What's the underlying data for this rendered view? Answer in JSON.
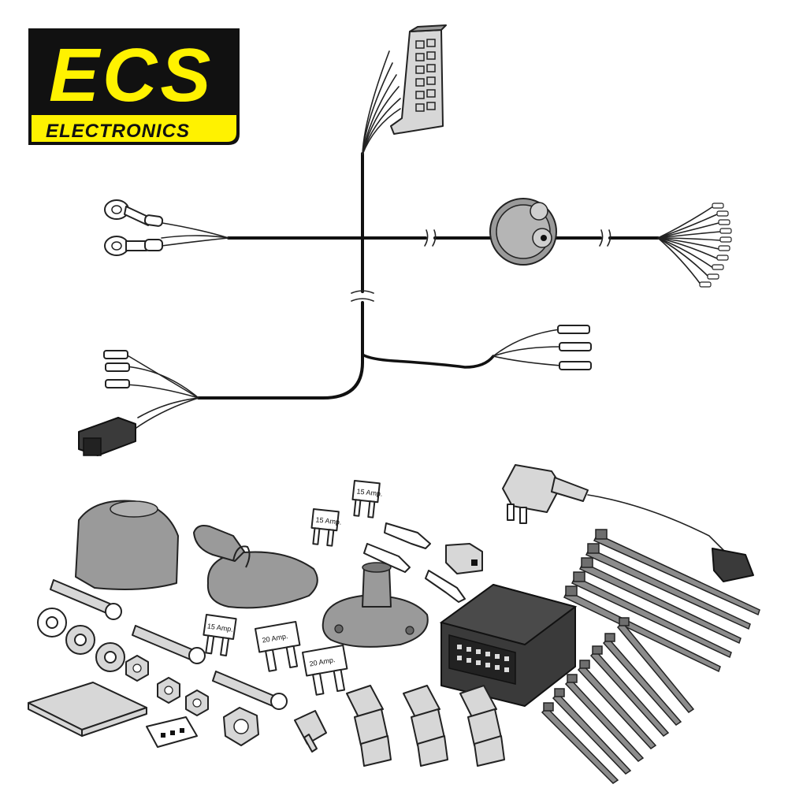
{
  "brand": {
    "logo_main": "ECS",
    "logo_sub": "ELECTRONICS",
    "colors": {
      "black": "#111111",
      "yellow": "#fff200"
    }
  },
  "fuses": [
    {
      "label": "15 Amp."
    },
    {
      "label": "15 Amp."
    },
    {
      "label": "15 Amp."
    },
    {
      "label": "20 Amp."
    },
    {
      "label": "20 Amp."
    }
  ]
}
